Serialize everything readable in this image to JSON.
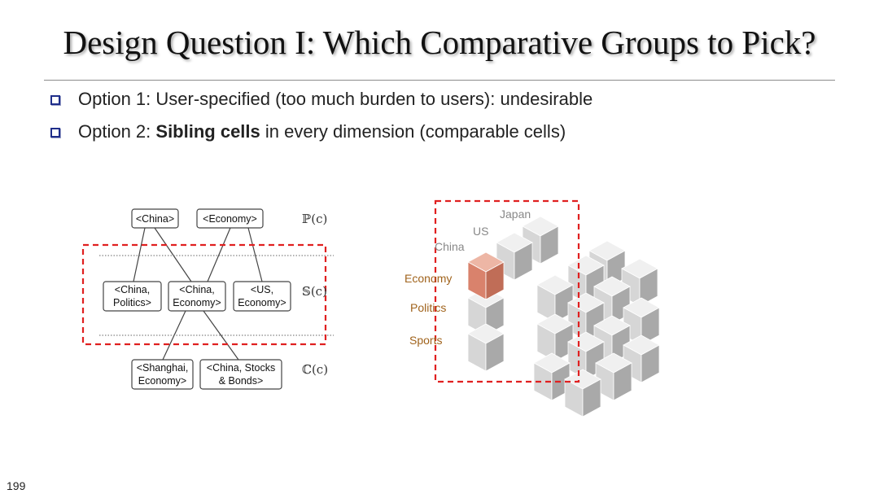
{
  "slide": {
    "title": "Design Question I: Which Comparative Groups to Pick?",
    "page_number": "199"
  },
  "bullets": [
    {
      "prefix": "Option 1: User-specified (too much burden to users): undesirable",
      "bold": "",
      "suffix": ""
    },
    {
      "prefix": "Option 2: ",
      "bold": "Sibling cells",
      "suffix": " in every dimension (comparable cells)"
    }
  ],
  "hierarchy": {
    "parent_nodes": [
      "<China>",
      "<Economy>"
    ],
    "sibling_nodes": [
      {
        "line1": "<China,",
        "line2": "Politics>"
      },
      {
        "line1": "<China,",
        "line2": "Economy>"
      },
      {
        "line1": "<US,",
        "line2": "Economy>"
      }
    ],
    "child_nodes": [
      {
        "line1": "<Shanghai,",
        "line2": "Economy>"
      },
      {
        "line1": "<China, Stocks",
        "line2": "& Bonds>"
      }
    ],
    "level_labels": [
      "ℙ(c)",
      "𝕊(c)",
      "ℂ(c)"
    ]
  },
  "cube": {
    "location_labels": [
      "Japan",
      "US",
      "China"
    ],
    "topic_labels": [
      "Economy",
      "Politics",
      "Sports"
    ],
    "colors": {
      "location_label": "#888888",
      "topic_label": "#a0631c",
      "highlight_cell": "#d9826c",
      "selection_box": "#e02020"
    }
  }
}
